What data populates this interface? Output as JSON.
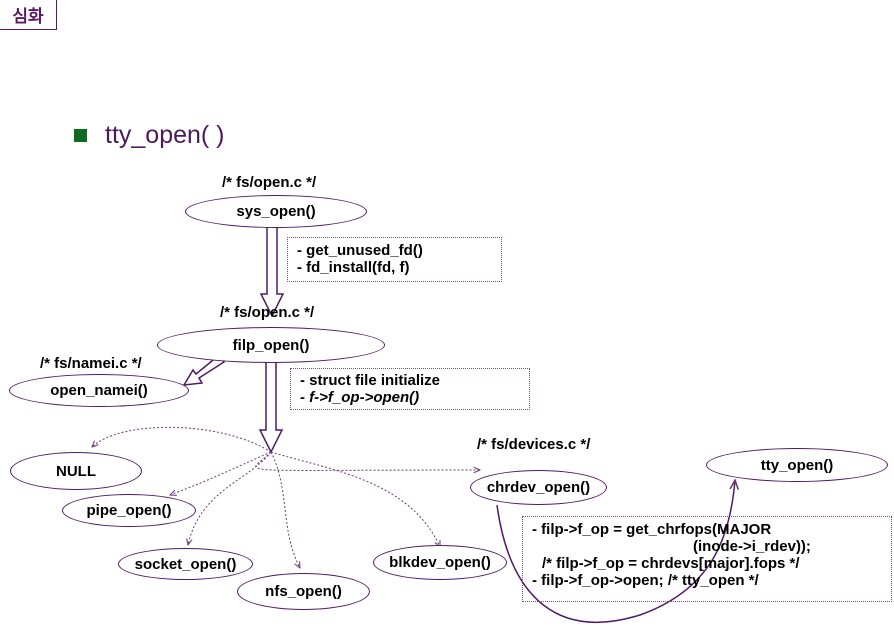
{
  "tab_label": "심화",
  "bullet": {
    "text": "tty_open( )",
    "color": "#0d6b20"
  },
  "colors": {
    "ellipse_border": "#4f1a66",
    "arrow": "#6b3a7a",
    "text": "#000000",
    "title_text": "#4a1a5a"
  },
  "labels": {
    "open_c_1": "/* fs/open.c */",
    "open_c_2": "/* fs/open.c */",
    "namei_c": "/*  fs/namei.c */",
    "devices_c": "/* fs/devices.c */"
  },
  "nodes": {
    "sys_open": "sys_open()",
    "filp_open": "filp_open()",
    "open_namei": "open_namei()",
    "null": "NULL",
    "pipe_open": "pipe_open()",
    "socket_open": "socket_open()",
    "nfs_open": "nfs_open()",
    "blkdev_open": "blkdev_open()",
    "chrdev_open": "chrdev_open()",
    "tty_open": "tty_open()"
  },
  "notes": {
    "sys_open": [
      "- get_unused_fd()",
      "- fd_install(fd, f)"
    ],
    "filp_open": [
      "- struct file initialize",
      "- f->f_op->open()"
    ],
    "chrdev": [
      "- filp->f_op = get_chrfops(MAJOR",
      "(inode->i_rdev));",
      "/* filp->f_op = chrdevs[major].fops */",
      "- filp->f_op->open;   /* tty_open */"
    ]
  }
}
